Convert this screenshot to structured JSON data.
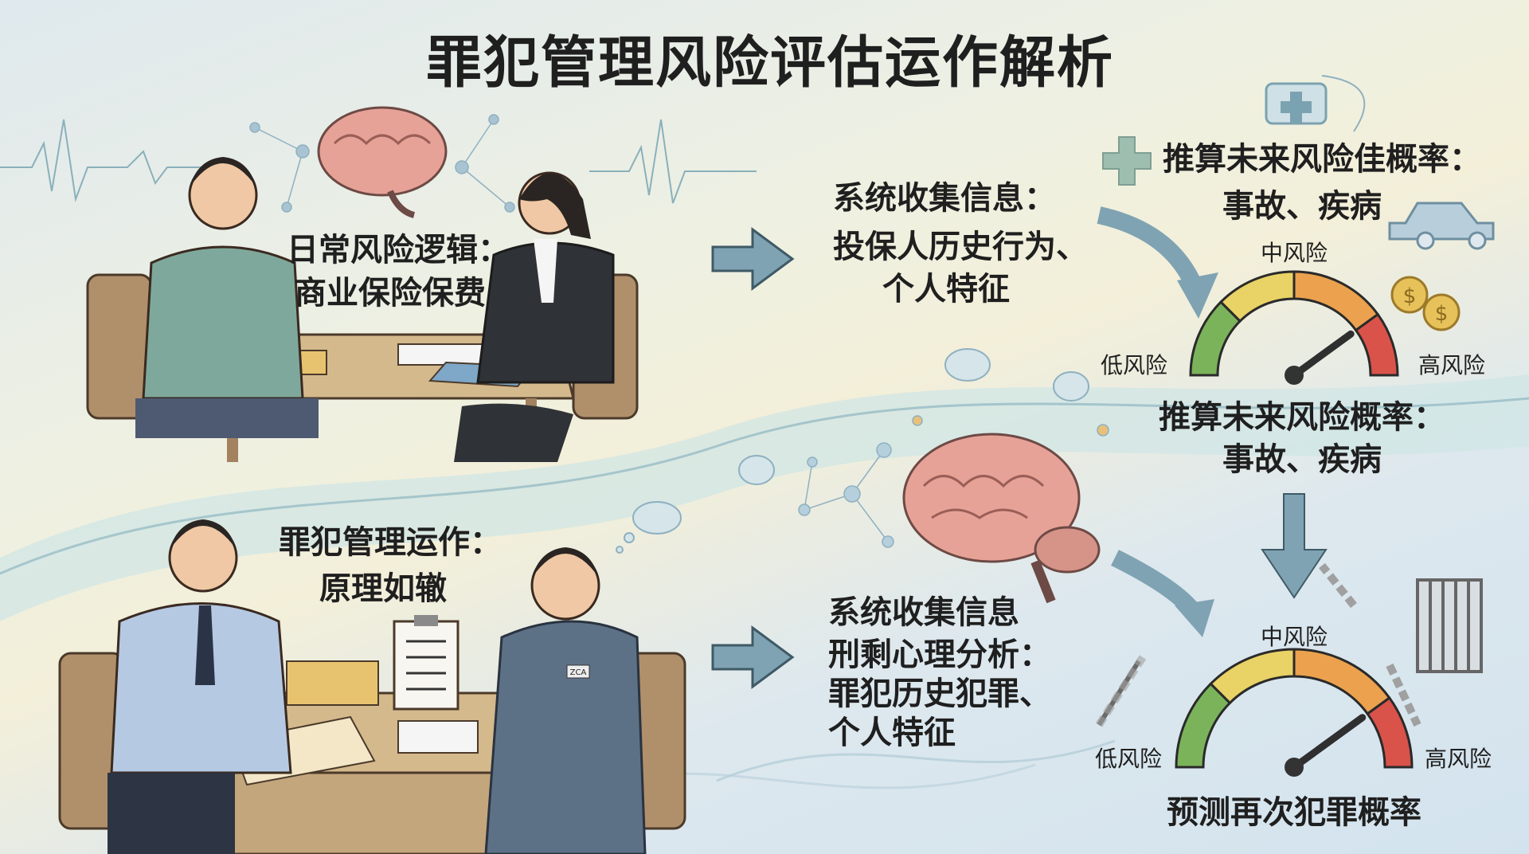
{
  "title": "罪犯管理风险评估运作解析",
  "insurance_scene": {
    "caption_line1": "日常风险逻辑：",
    "caption_line2": "商业保险保费"
  },
  "insurance_process": {
    "line1": "系统收集信息：",
    "line2": "投保人历史行为、",
    "line3": "个人特征"
  },
  "insurance_top_note": {
    "line1": "推算未来风险佳概率：",
    "line2": "事故、疾病"
  },
  "insurance_gauge": {
    "low": "低风险",
    "mid": "中风险",
    "high": "高风险",
    "needle_level": 0.8
  },
  "insurance_result": {
    "line1": "推算未来风险概率：",
    "line2": "事故、疾病"
  },
  "prison_scene": {
    "caption_line1": "罪犯管理运作：",
    "caption_line2": "原理如辙",
    "badge": "ZCA"
  },
  "prison_process": {
    "line1": "系统收集信息",
    "line2": "刑剩心理分析：",
    "line3": "罪犯历史犯罪、",
    "line4": "个人特征"
  },
  "prison_gauge": {
    "low": "低风险",
    "mid": "中风险",
    "high": "高风险",
    "needle_level": 0.8,
    "caption": "预测再次犯罪概率"
  },
  "colors": {
    "arrow": "#7fa3b3",
    "gauge_green": "#7bb35a",
    "gauge_yellow": "#e9d266",
    "gauge_orange": "#eba14e",
    "gauge_red": "#d9534a",
    "brain": "#e7a297"
  }
}
